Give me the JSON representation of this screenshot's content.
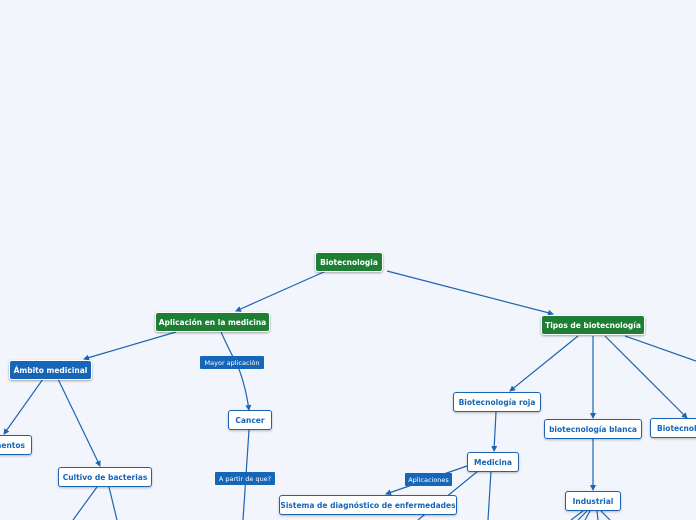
{
  "diagram": {
    "root": "Biotecnologia",
    "aplicacion": "Aplicación en la medicina",
    "tipos": "Tipos de biotecnología",
    "ambito": "Ámbito medicinal",
    "medicamentos": "mentos",
    "cultivo": "Cultivo de bacterias",
    "cancer": "Cancer",
    "roja": "Biotecnología roja",
    "blanca": "biotecnología blanca",
    "cuarta": "Biotecnol",
    "medicina": "Medicina",
    "sistema": "Sistema de diagnóstico de enfermedades",
    "industrial": "Industrial",
    "tag_mayor": "Mayor aplicación",
    "tag_partir": "A partir de que?",
    "tag_aplic": "Aplicaciones"
  },
  "colors": {
    "main_topic": "#1e7e34",
    "subtopic": "#1565b8",
    "link": "#1e64b4",
    "background": "#f2f5fc"
  }
}
